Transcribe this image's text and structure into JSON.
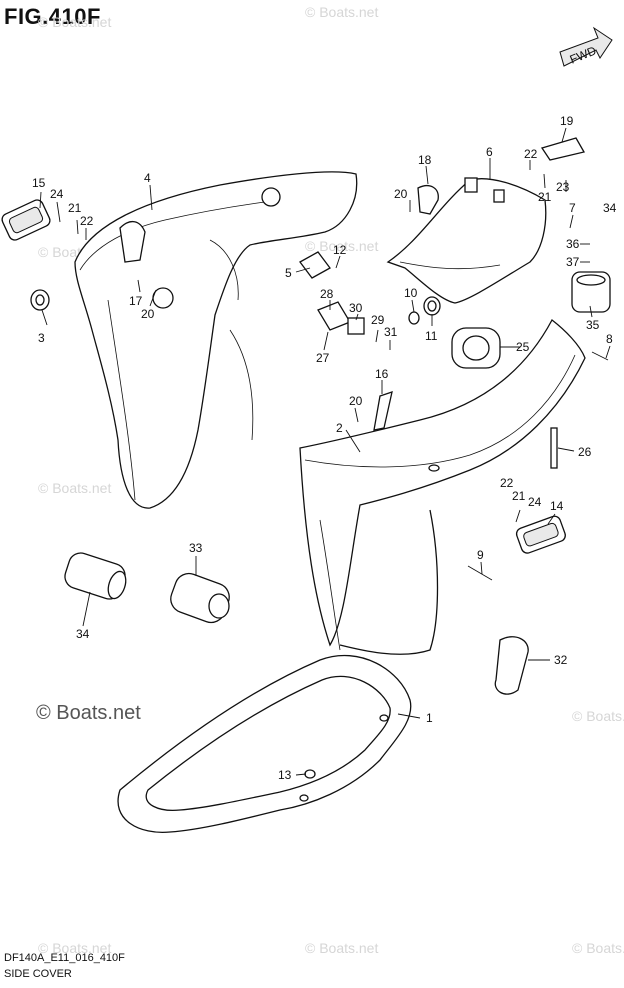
{
  "figure": {
    "title": "FIG.410F",
    "code": "DF140A_E11_016_410F",
    "subtitle": "SIDE COVER",
    "fwd_label": "FWD"
  },
  "watermarks": {
    "small": "© Boats.net",
    "large": "© Boats.net"
  },
  "callouts": [
    "1",
    "2",
    "3",
    "4",
    "5",
    "6",
    "7",
    "8",
    "9",
    "10",
    "11",
    "12",
    "13",
    "14",
    "15",
    "16",
    "17",
    "18",
    "19",
    "20",
    "21",
    "22",
    "23",
    "24",
    "25",
    "26",
    "27",
    "28",
    "29",
    "30",
    "31",
    "32",
    "33",
    "34",
    "35",
    "36",
    "37"
  ]
}
